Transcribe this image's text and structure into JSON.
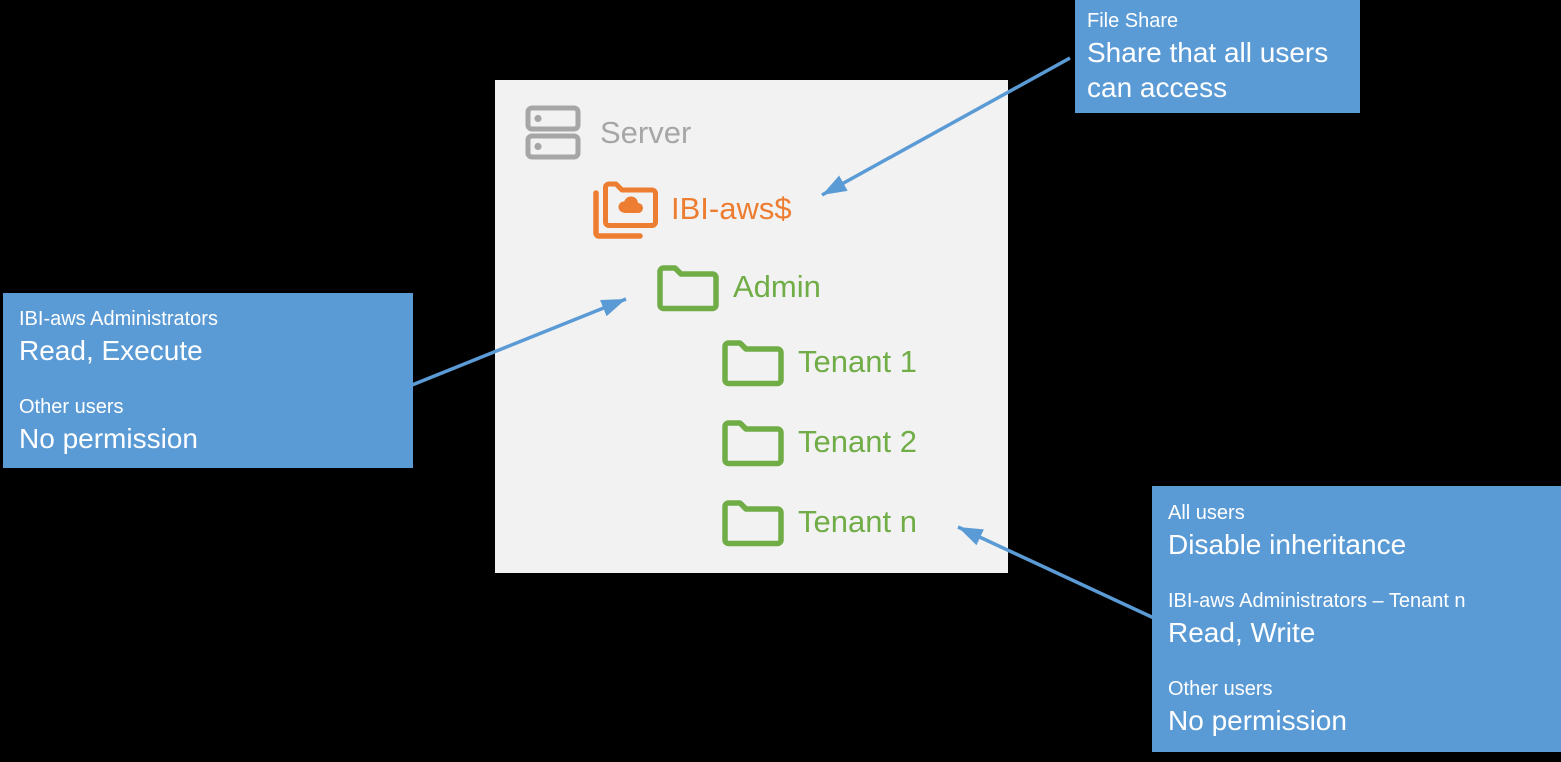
{
  "colors": {
    "background": "#000000",
    "panel_background": "#F2F2F2",
    "callout_blue": "#5B9BD5",
    "arrow_blue": "#5B9BD5",
    "server_gray": "#A6A6A6",
    "share_orange": "#ED7D31",
    "folder_green": "#70AD47",
    "callout_text": "#FFFFFF"
  },
  "panel": {
    "server_label": "Server",
    "share_label": "IBI-aws$",
    "folders": [
      {
        "label": "Admin"
      },
      {
        "label": "Tenant 1"
      },
      {
        "label": "Tenant 2"
      },
      {
        "label": "Tenant n"
      }
    ]
  },
  "callouts": {
    "file_share": {
      "groups": [
        {
          "label": "File Share",
          "value": "Share that all users can access"
        }
      ]
    },
    "admin_folder": {
      "groups": [
        {
          "label": "IBI-aws Administrators",
          "value": "Read, Execute"
        },
        {
          "label": "Other users",
          "value": "No permission"
        }
      ]
    },
    "tenant_folder": {
      "groups": [
        {
          "label": "All users",
          "value": "Disable inheritance"
        },
        {
          "label": "IBI-aws Administrators – Tenant n",
          "value": "Read, Write"
        },
        {
          "label": "Other users",
          "value": "No permission"
        }
      ]
    }
  }
}
